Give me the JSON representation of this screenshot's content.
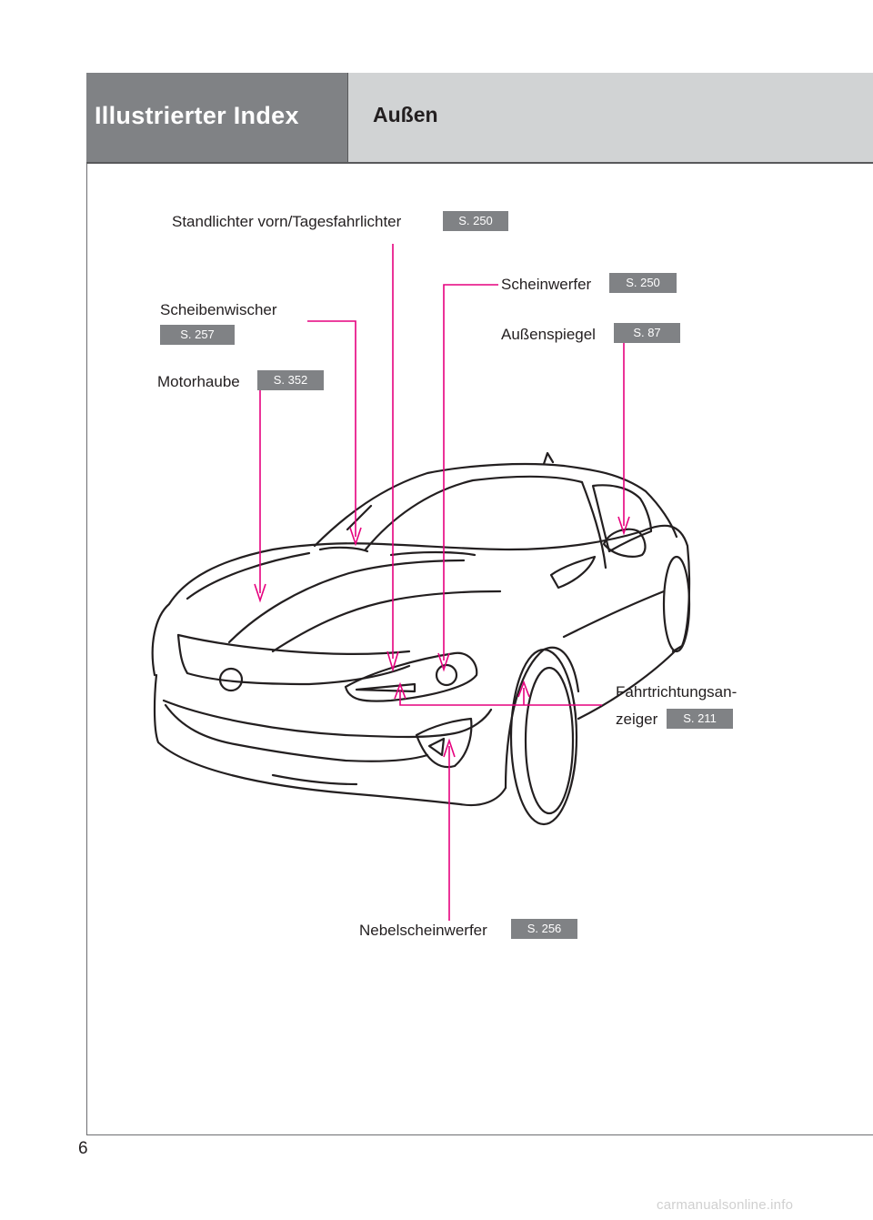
{
  "header": {
    "section_title": "Illustrierter Index",
    "subsection_title": "Außen"
  },
  "callouts": {
    "standlichter": {
      "label": "Standlichter vorn/Tagesfahrlichter",
      "page": "S. 250"
    },
    "scheinwerfer": {
      "label": "Scheinwerfer",
      "page": "S. 250"
    },
    "scheibenwischer": {
      "label": "Scheibenwischer",
      "page": "S. 257"
    },
    "aussenspiegel": {
      "label": "Außenspiegel",
      "page": "S. 87"
    },
    "motorhaube": {
      "label": "Motorhaube",
      "page": "S. 352"
    },
    "fahrtrichtung": {
      "label_line1": "Fahrtrichtungsan-",
      "label_line2": "zeiger",
      "page": "S. 211"
    },
    "nebelscheinwerfer": {
      "label": "Nebelscheinwerfer",
      "page": "S. 256"
    }
  },
  "page_number": "6",
  "watermark": "carmanualsonline.info",
  "colors": {
    "header_dark": "#808285",
    "header_light": "#d1d3d4",
    "leader_line": "#e6007e",
    "badge": "#808285"
  }
}
